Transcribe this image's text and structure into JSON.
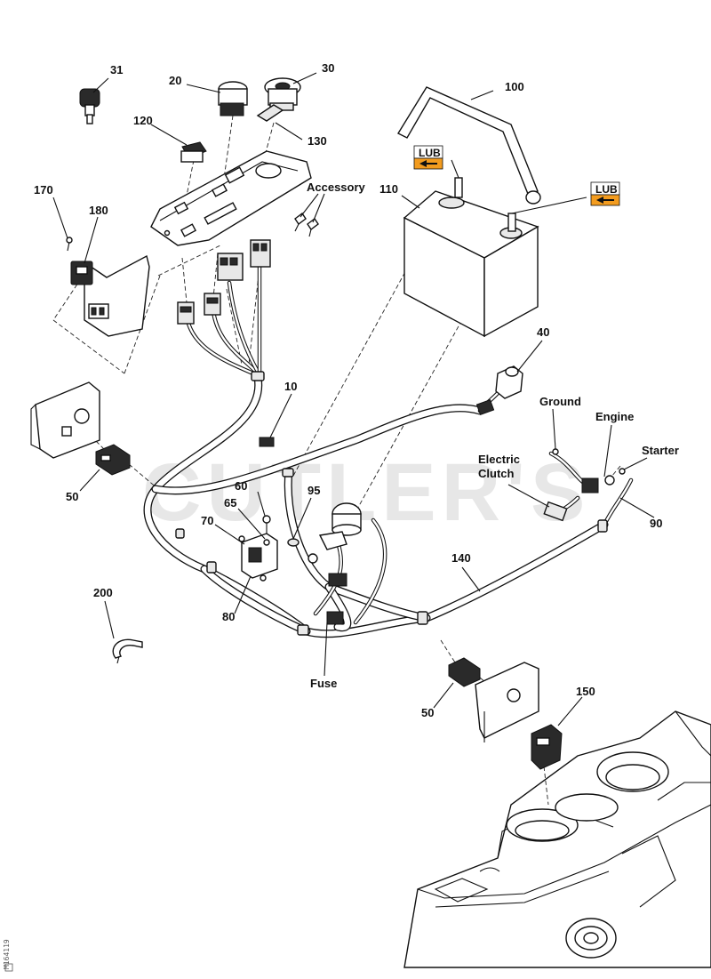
{
  "watermark": "CUTLER'S",
  "callouts": {
    "c31": "31",
    "c20": "20",
    "c30": "30",
    "c100": "100",
    "c120": "120",
    "c130": "130",
    "c170": "170",
    "c180": "180",
    "c110": "110",
    "c40": "40",
    "c10": "10",
    "c50a": "50",
    "c50b": "50",
    "c60": "60",
    "c65": "65",
    "c95": "95",
    "c70": "70",
    "c80": "80",
    "c90": "90",
    "c140": "140",
    "c200": "200",
    "c150": "150"
  },
  "labels": {
    "accessory": "Accessory",
    "ground": "Ground",
    "engine": "Engine",
    "starter": "Starter",
    "electric_clutch_line1": "Electric",
    "electric_clutch_line2": "Clutch",
    "fuse": "Fuse"
  },
  "lub_badges": {
    "left": "LUB",
    "right": "LUB"
  },
  "side_code": "M164119"
}
